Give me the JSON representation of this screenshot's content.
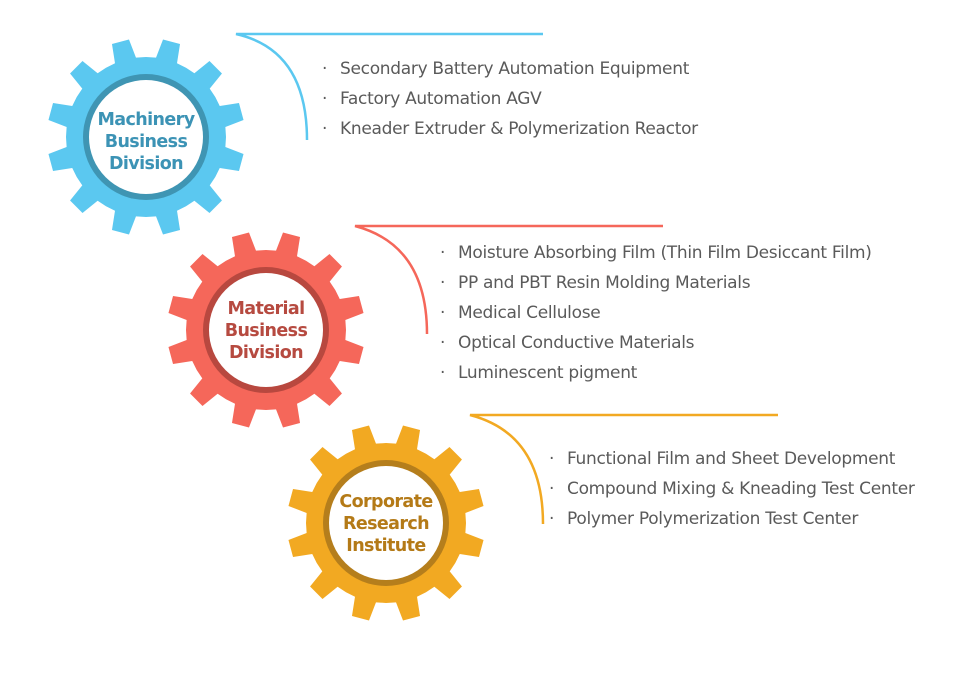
{
  "diagram": {
    "divisions": [
      {
        "id": "machinery",
        "label_lines": [
          "Machinery",
          "Business",
          "Division"
        ],
        "gear_color": "#5bc8f0",
        "ring_color": "#3f95b3",
        "text_color": "#3c93b5",
        "line_color": "#5bc8f0",
        "items": [
          "Secondary Battery Automation Equipment",
          "Factory Automation AGV",
          "Kneader Extruder & Polymerization Reactor"
        ]
      },
      {
        "id": "material",
        "label_lines": [
          "Material",
          "Business",
          "Division"
        ],
        "gear_color": "#f5675a",
        "ring_color": "#b8483f",
        "text_color": "#b64a40",
        "line_color": "#f5675a",
        "items": [
          "Moisture Absorbing Film (Thin Film Desiccant Film)",
          "PP and PBT Resin Molding Materials",
          "Medical Cellulose",
          "Optical Conductive Materials",
          "Luminescent pigment"
        ]
      },
      {
        "id": "research",
        "label_lines": [
          "Corporate",
          "Research",
          "Institute"
        ],
        "gear_color": "#f2a922",
        "ring_color": "#b57e1c",
        "text_color": "#b47a17",
        "line_color": "#f2a922",
        "items": [
          "Functional Film and Sheet Development",
          "Compound Mixing & Kneading Test Center",
          "Polymer Polymerization Test Center"
        ]
      }
    ],
    "bullet_glyph": "·"
  }
}
